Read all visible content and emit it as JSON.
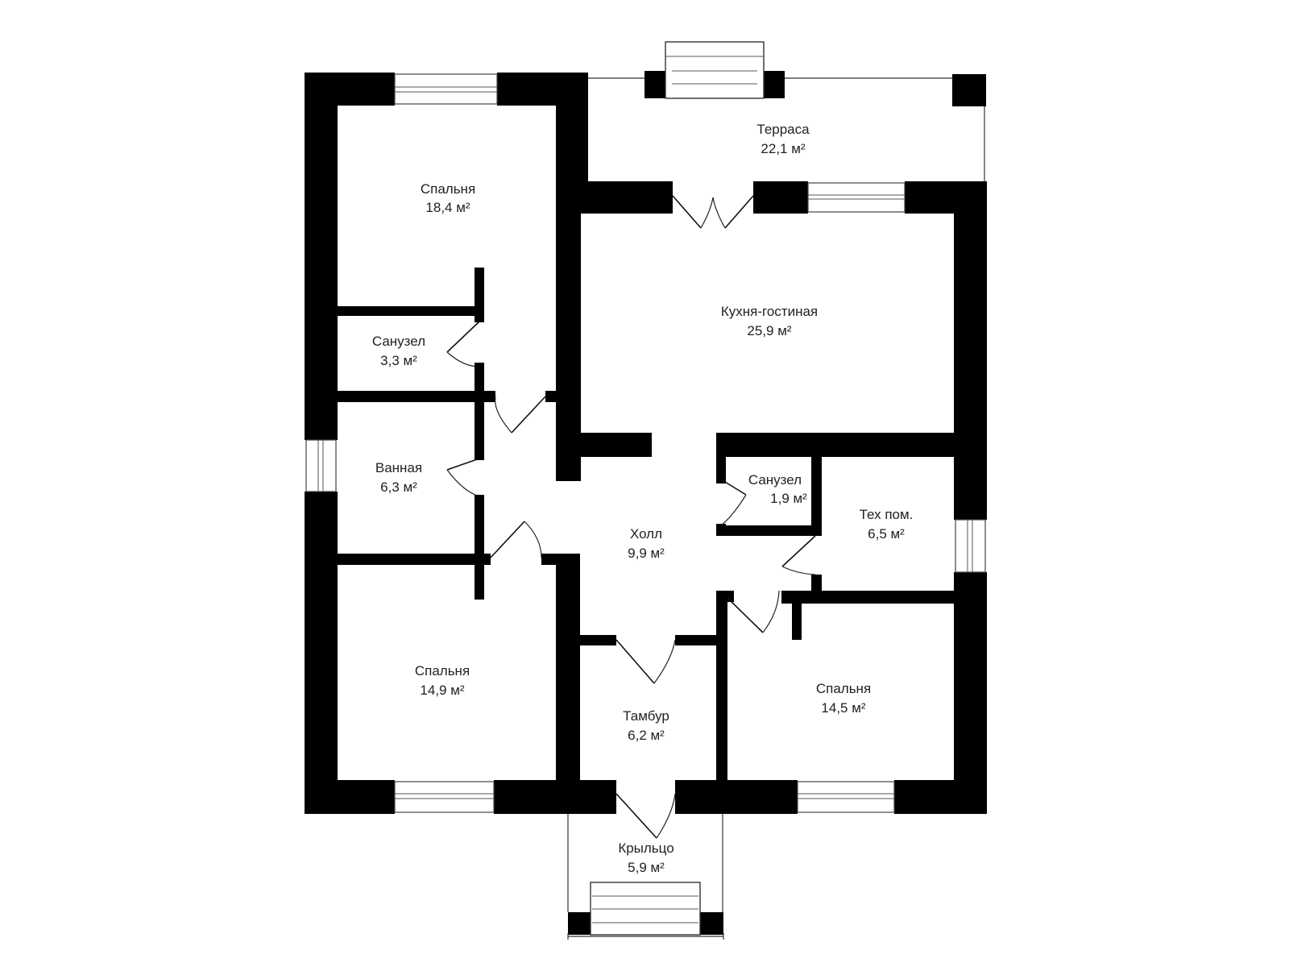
{
  "rooms": [
    {
      "key": "terrace",
      "name": "Терраса",
      "area": "22,1 м²"
    },
    {
      "key": "bedroom1",
      "name": "Спальня",
      "area": "18,4 м²"
    },
    {
      "key": "bath1",
      "name": "Санузел",
      "area": "3,3 м²"
    },
    {
      "key": "bathroom",
      "name": "Ванная",
      "area": "6,3 м²"
    },
    {
      "key": "kitchen",
      "name": "Кухня-гостиная",
      "area": "25,9 м²"
    },
    {
      "key": "bath2",
      "name": "Санузел",
      "area": "1,9 м²"
    },
    {
      "key": "tech",
      "name": "Тех пом.",
      "area": "6,5 м²"
    },
    {
      "key": "hall",
      "name": "Холл",
      "area": "9,9 м²"
    },
    {
      "key": "bedroom2",
      "name": "Спальня",
      "area": "14,9 м²"
    },
    {
      "key": "vestibule",
      "name": "Тамбур",
      "area": "6,2 м²"
    },
    {
      "key": "bedroom3",
      "name": "Спальня",
      "area": "14,5 м²"
    },
    {
      "key": "porch",
      "name": "Крыльцо",
      "area": "5,9 м²"
    }
  ]
}
